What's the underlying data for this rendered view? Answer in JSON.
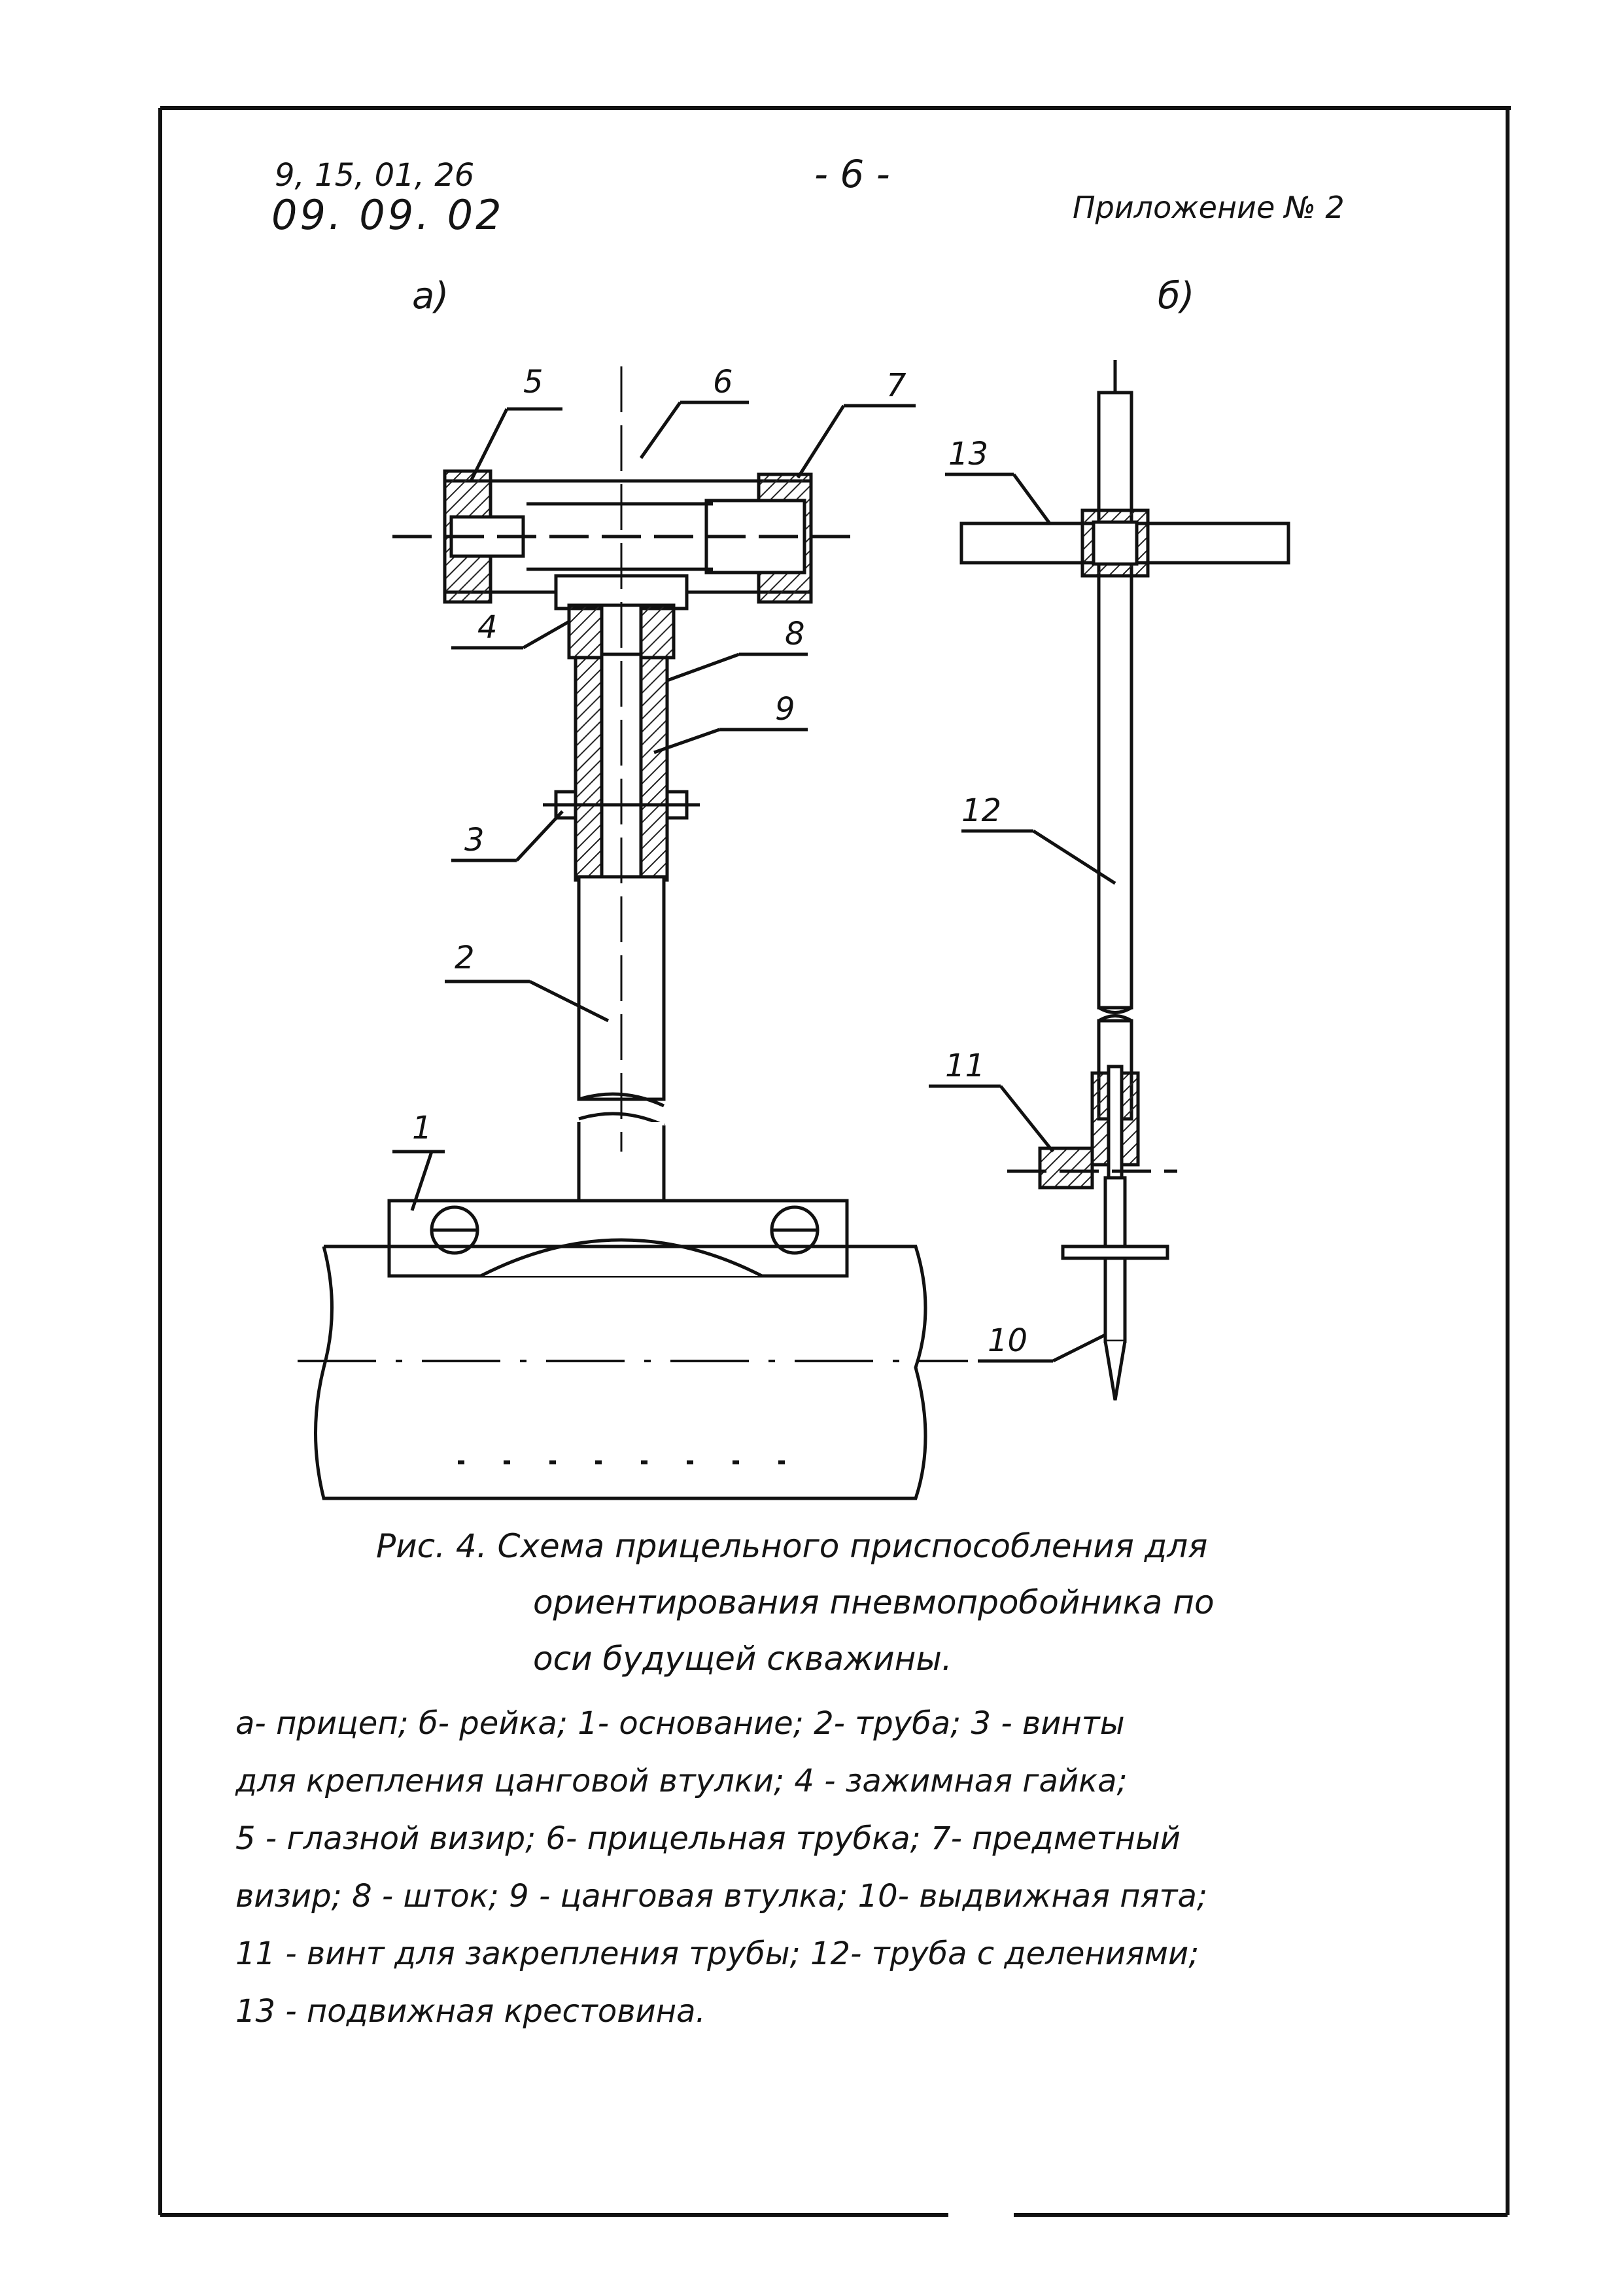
{
  "header": {
    "code_line1": "9, 15, 01, 26",
    "code_line2": "09. 09. 02",
    "page_number": "- 6 -",
    "appendix": "Приложение № 2"
  },
  "figure": {
    "subfigure_a": "а)",
    "subfigure_b": "б)",
    "labels": {
      "l1": "1",
      "l2": "2",
      "l3": "3",
      "l4": "4",
      "l5": "5",
      "l6": "6",
      "l7": "7",
      "l8": "8",
      "l9": "9",
      "l10": "10",
      "l11": "11",
      "l12": "12",
      "l13": "13"
    }
  },
  "caption": {
    "line1": "Рис. 4.   Схема прицельного приспособления для",
    "line2": "ориентирования пневмопробойника по",
    "line3": "оси будущей скважины."
  },
  "legend": {
    "line1": "а- прицеп; б- рейка; 1- основание; 2- труба; 3 - винты",
    "line2": "для крепления цанговой втулки; 4 - зажимная гайка;",
    "line3": "5 - глазной визир; 6- прицельная трубка; 7- предметный",
    "line4": "визир; 8 - шток; 9 - цанговая втулка; 10- выдвижная пята;",
    "line5": "11 - винт для закрепления трубы; 12- труба с делениями;",
    "line6": "13 - подвижная крестовина."
  }
}
